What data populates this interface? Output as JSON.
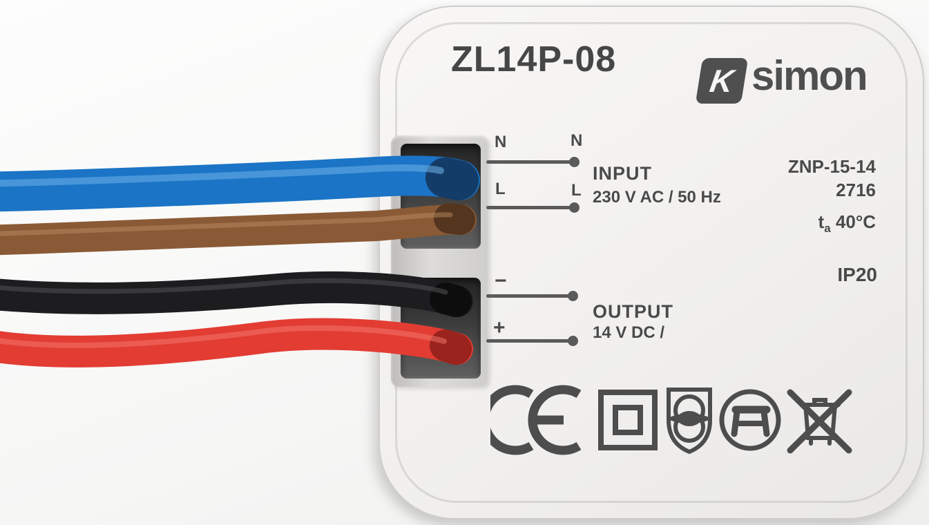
{
  "product": {
    "model": "ZL14P-08"
  },
  "brand": {
    "mark_letter": "K",
    "name": "simon"
  },
  "input": {
    "label": "INPUT",
    "spec": "230 V AC / 50 Hz",
    "terminal_n_wire_label": "N",
    "terminal_n_pin_label": "N",
    "terminal_l_wire_label": "L",
    "terminal_l_pin_label": "L"
  },
  "output": {
    "label": "OUTPUT",
    "spec": "14 V DC /",
    "terminal_minus_label": "−",
    "terminal_plus_label": "+"
  },
  "ratings": {
    "type_code": "ZNP-15-14",
    "production_code": "2716",
    "ambient_temp_symbol": "t",
    "ambient_temp_subscript": "a",
    "ambient_temp_value": "40°C",
    "ip_rating": "IP20"
  },
  "certifications": {
    "color": "#4d4d4d",
    "symbols": [
      "ce-mark",
      "class-ii-double-insulation",
      "safety-shield-mark",
      "circle-enclosure-mark",
      "weee-crossed-out-bin"
    ]
  },
  "wires": {
    "blue": {
      "role": "neutral-input",
      "color": "#1b74c5",
      "tip_color": "#143c68"
    },
    "brown": {
      "role": "line-input",
      "color": "#8a5a36",
      "tip_color": "#54351e"
    },
    "black": {
      "role": "minus-output",
      "color": "#1d1d1f",
      "tip_color": "#0d0d0e"
    },
    "red": {
      "role": "plus-output",
      "color": "#e23c33",
      "tip_color": "#9b231e"
    }
  }
}
